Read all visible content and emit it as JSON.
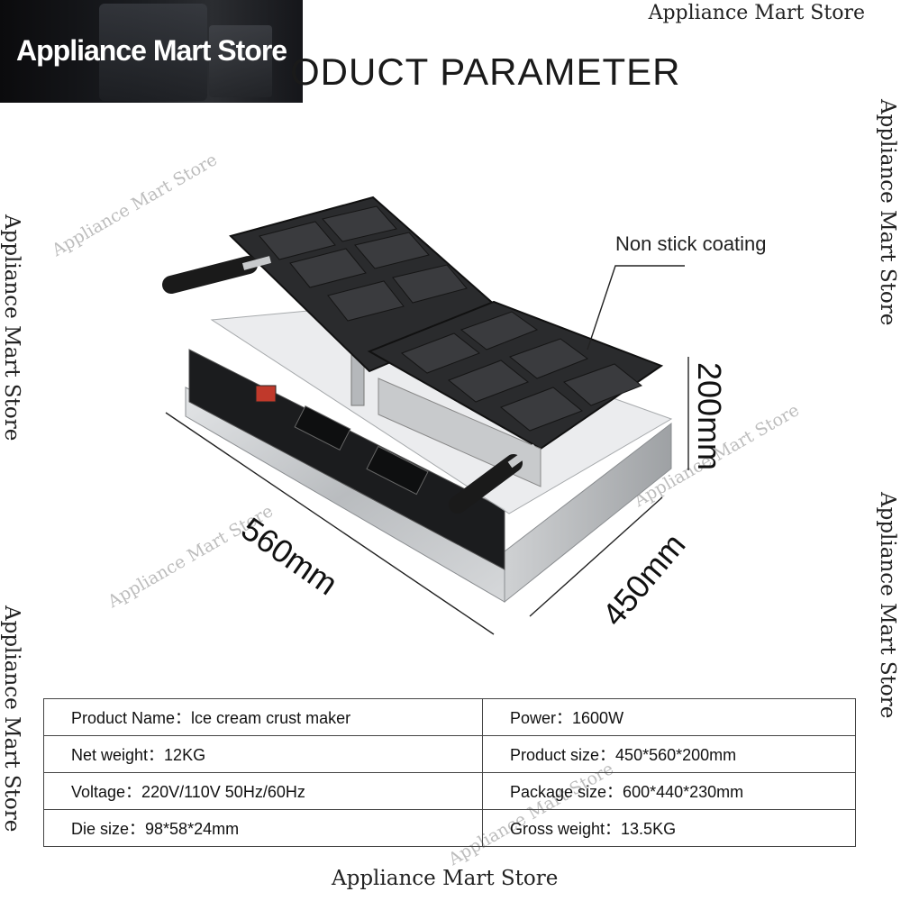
{
  "banner": {
    "brand": "Appliance Mart Store"
  },
  "heading": "ODUCT PARAMETER",
  "watermarks": {
    "top": "Appliance Mart Store",
    "bottom": "Appliance Mart Store",
    "left_upper": "Appliance Mart Store",
    "left_lower": "Appliance Mart Store",
    "right_upper": "Appliance Mart Store",
    "right_lower": "Appliance Mart Store",
    "faint": [
      "Appliance Mart Store",
      "Appliance Mart Store",
      "Appliance Mart Store",
      "Appliance Mart Store"
    ]
  },
  "dimensions": {
    "length": "560mm",
    "depth": "450mm",
    "height": "200mm"
  },
  "callout": "Non stick coating",
  "specs": [
    [
      "Product Name：lce cream crust maker",
      "Power：1600W"
    ],
    [
      "Net weight：12KG",
      "Product size：450*560*200mm"
    ],
    [
      "Voltage：220V/110V  50Hz/60Hz",
      "Package size：600*440*230mm"
    ],
    [
      "Die size：98*58*24mm",
      "Gross weight：13.5KG"
    ]
  ],
  "colors": {
    "steel": "#c9cbcd",
    "plate": "#2a2b2d",
    "panel": "#1b1c1e",
    "switch": "#c0392b"
  }
}
